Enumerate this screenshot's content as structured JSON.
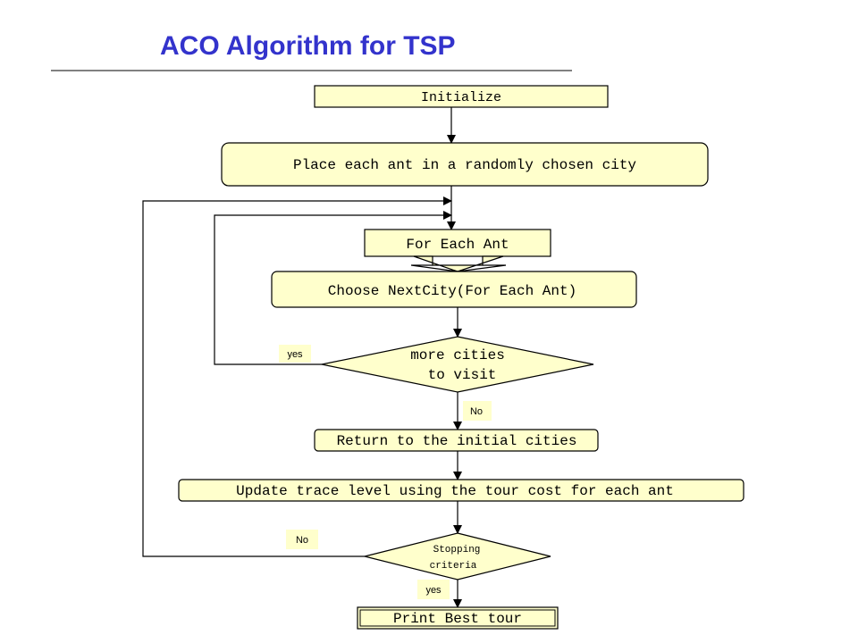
{
  "title": "ACO Algorithm for TSP",
  "nodes": {
    "initialize": "Initialize",
    "place_ants": "Place each ant in a randomly chosen city",
    "for_each_ant": "For Each Ant",
    "choose_next": "Choose NextCity(For Each Ant)",
    "more_cities_line1": "more cities",
    "more_cities_line2": "to visit",
    "return_initial": "Return to the initial cities",
    "update_trace": "Update trace level using the tour cost for each ant",
    "stopping_line1": "Stopping",
    "stopping_line2": "criteria",
    "print_best": "Print Best tour"
  },
  "edge_labels": {
    "more_cities_yes": "yes",
    "more_cities_no": "No",
    "stopping_no": "No",
    "stopping_yes": "yes"
  },
  "colors": {
    "title": "#3333cc",
    "node_fill": "#ffffcc",
    "stroke": "#000000"
  }
}
